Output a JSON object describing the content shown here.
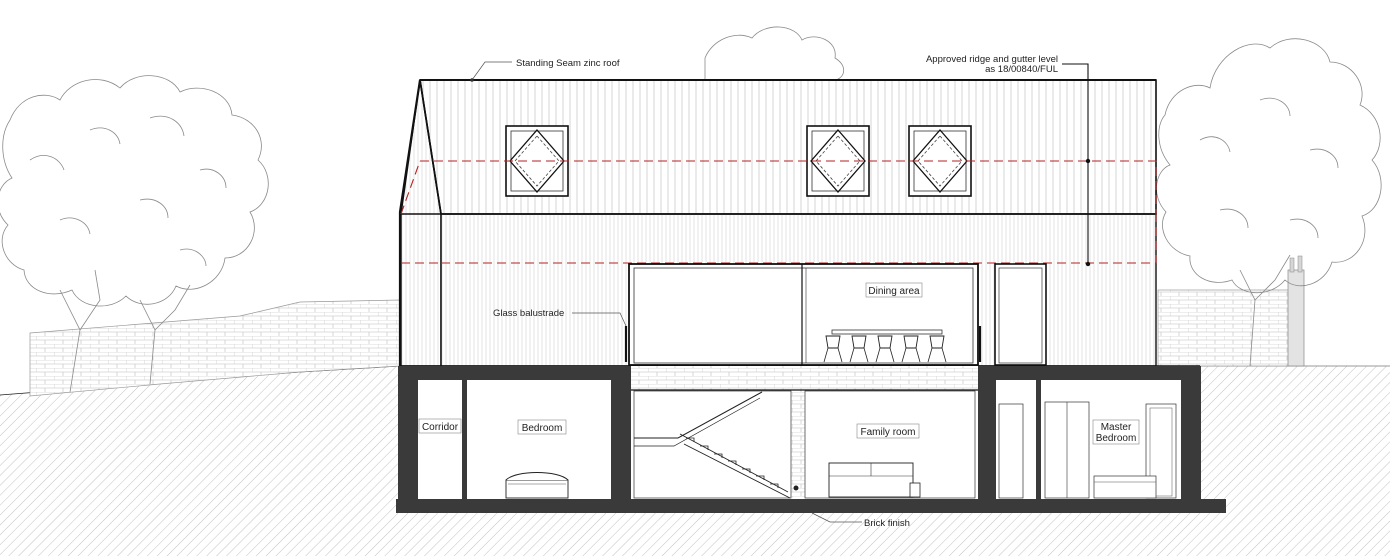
{
  "annotations": {
    "roof": "Standing Seam zinc roof",
    "ridge_line1": "Approved ridge and gutter level",
    "ridge_line2": "as 18/00840/FUL",
    "balustrade": "Glass balustrade",
    "brick": "Brick finish"
  },
  "rooms": {
    "dining": "Dining area",
    "corridor": "Corridor",
    "bedroom": "Bedroom",
    "family": "Family room",
    "master_line1": "Master",
    "master_line2": "Bedroom"
  },
  "colors": {
    "line": "#111111",
    "approved_level_dash": "#b22222",
    "basement_wall": "#3a3a3a",
    "ground_hatch": "#9a9a9a",
    "tree_outline": "#8a8a8a"
  }
}
